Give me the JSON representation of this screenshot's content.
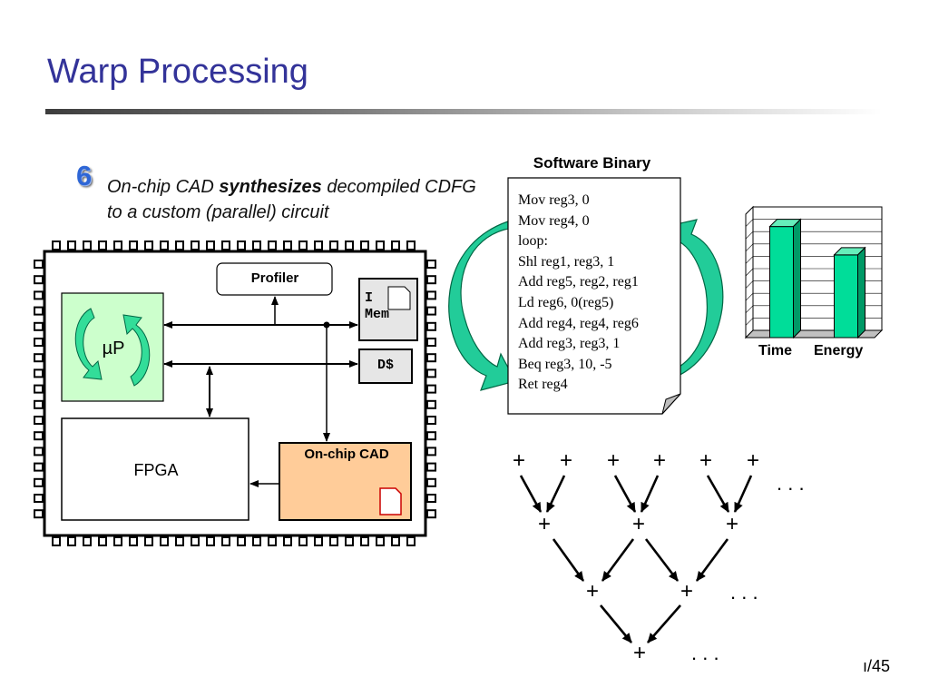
{
  "slide": {
    "title": "Warp Processing",
    "page_number": "ı/45"
  },
  "bullet": {
    "number": "6",
    "text_before": "On-chip CAD ",
    "emphasis": "synthesizes",
    "text_after": " decompiled CDFG to a custom (parallel) circuit"
  },
  "chip": {
    "profiler_label": "Profiler",
    "processor_label": "µP",
    "imem_label_line1": "I",
    "imem_label_line2": "Mem",
    "dcache_label": "D$",
    "fpga_label": "FPGA",
    "cad_label": "On-chip CAD"
  },
  "binary": {
    "title": "Software Binary",
    "lines": [
      "Mov reg3, 0",
      "Mov reg4, 0",
      "loop:",
      "Shl reg1, reg3, 1",
      "Add reg5, reg2, reg1",
      "Ld reg6, 0(reg5)",
      "Add reg4, reg4, reg6",
      "Add reg3, reg3, 1",
      "Beq reg3, 10, -5",
      "Ret reg4"
    ]
  },
  "chart_data": {
    "type": "bar",
    "categories": [
      "Time",
      "Energy"
    ],
    "values": [
      0.9,
      0.67
    ],
    "title": "",
    "xlabel": "",
    "ylabel": "",
    "ylim": [
      0,
      1
    ],
    "grid": true,
    "bar_color": "#00dd99"
  },
  "tree": {
    "operator": "+",
    "ellipsis": ". . ."
  },
  "colors": {
    "title": "#333399",
    "processor_fill": "#ccffcc",
    "cad_fill": "#ffcc99",
    "arrow_green": "#22cc99"
  }
}
